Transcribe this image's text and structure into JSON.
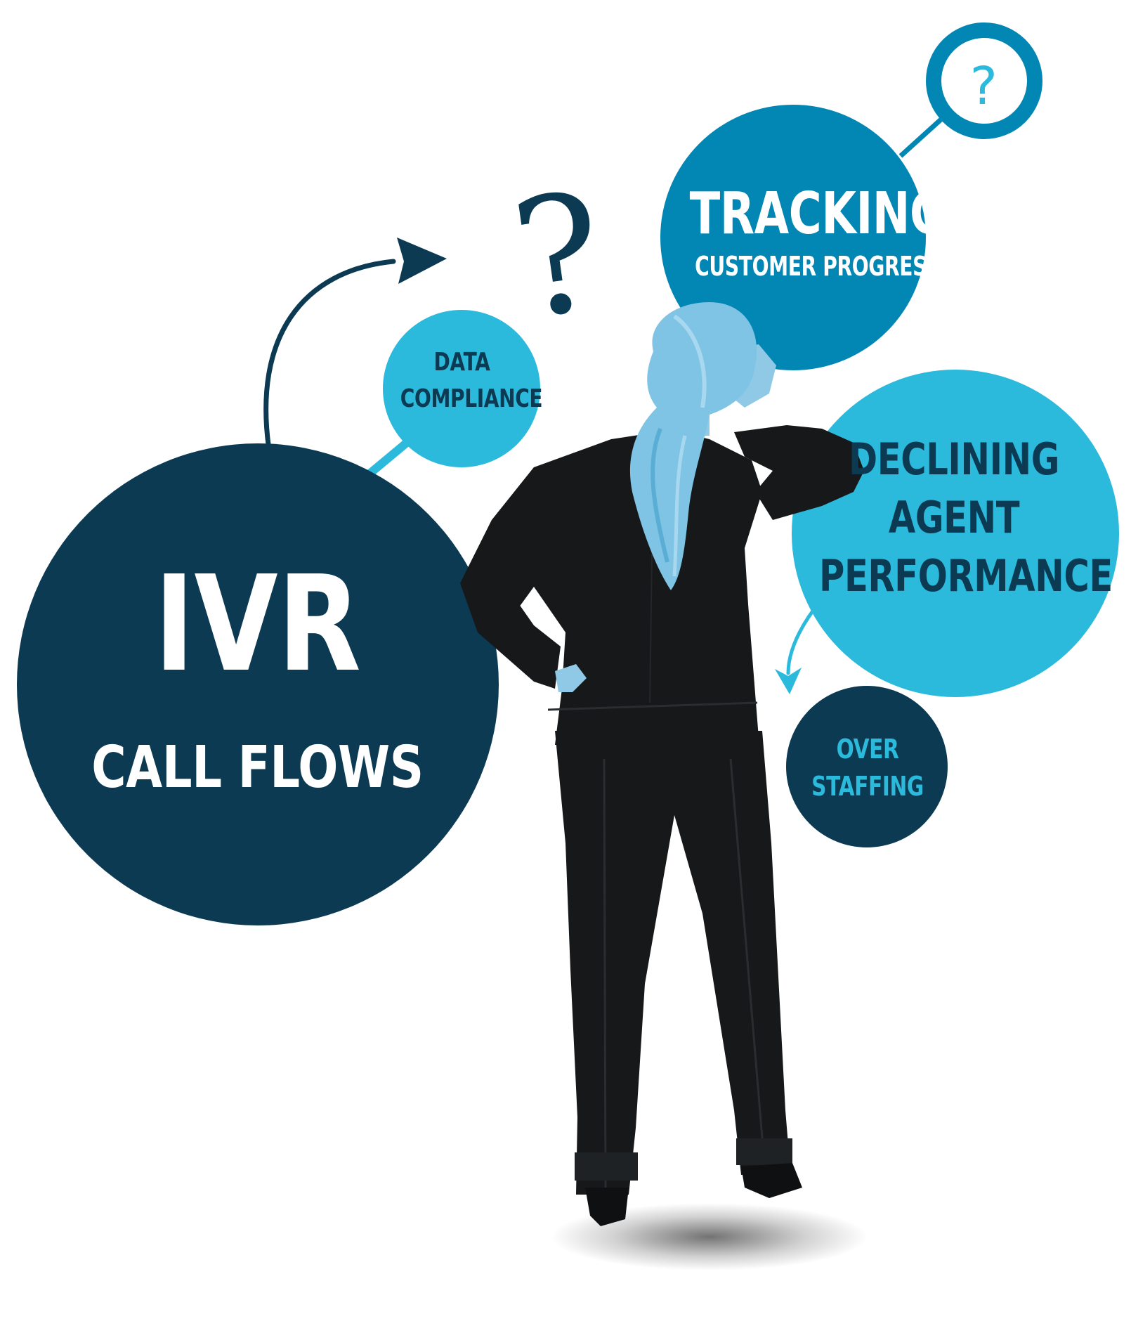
{
  "circles": {
    "ivr": {
      "title": "IVR",
      "subtitle": "CALL FLOWS"
    },
    "data_compliance": {
      "line1": "DATA",
      "line2": "COMPLIANCE"
    },
    "tracking": {
      "title": "TRACKING",
      "subtitle": "CUSTOMER PROGRESS"
    },
    "declining": {
      "line1": "DECLINING",
      "line2": "AGENT",
      "line3": "PERFORMANCE"
    },
    "over_staffing": {
      "line1": "OVER",
      "line2": "STAFFING"
    },
    "question_badge": {
      "symbol": "?"
    }
  },
  "floating_question_mark": "?",
  "colors": {
    "navy": "#0b3a52",
    "medium_blue": "#0286b3",
    "light_blue": "#2bb9dc",
    "hair_blue": "#7fc4e4",
    "suit_black": "#161819",
    "white": "#ffffff"
  },
  "icons": {
    "arrow_to_question": "curved-arrow-icon",
    "arrow_to_over_staffing": "curved-arrow-icon",
    "figure": "person-silhouette"
  }
}
